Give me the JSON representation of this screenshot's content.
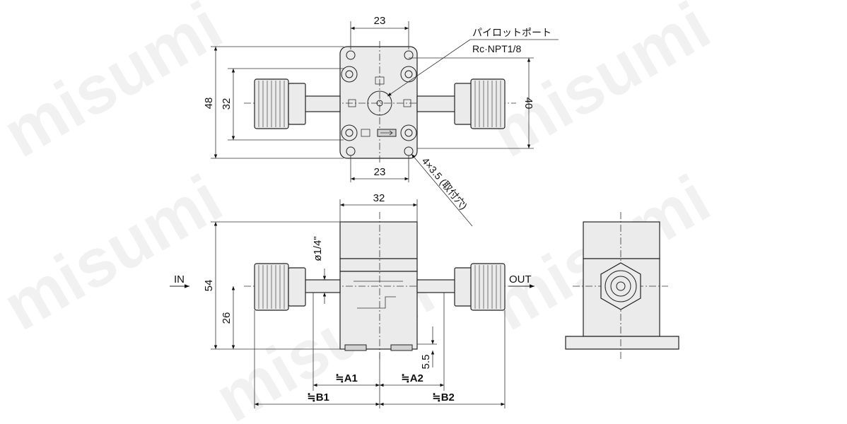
{
  "watermark": "misumi",
  "top_view": {
    "dim_hole_pitch_top": "23",
    "dim_hole_pitch_bottom": "23",
    "dim_body_height": "48",
    "dim_inner_height": "32",
    "dim_fitting_span": "40",
    "pilot_port_label": "パイロットポート",
    "pilot_port_thread": "Rc·NPT1/8",
    "mount_hole_label": "4×3.5 (取付穴)"
  },
  "front_view": {
    "dim_body_width": "32",
    "dim_tube_diameter": "ø1/4\"",
    "dim_total_height": "54",
    "dim_port_height": "26",
    "dim_offset": "5.5",
    "label_in": "IN",
    "label_out": "OUT",
    "dim_a1": "≒A1",
    "dim_a2": "≒A2",
    "dim_b1": "≒B1",
    "dim_b2": "≒B2"
  }
}
